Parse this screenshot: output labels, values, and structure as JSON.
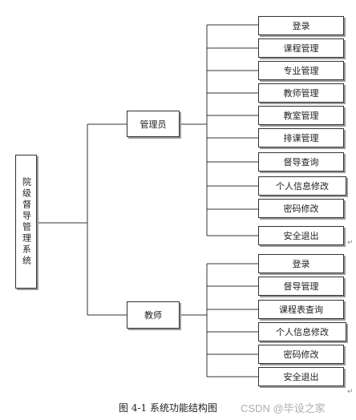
{
  "root": {
    "label": "院级督导管理系统"
  },
  "admin": {
    "label": "管理员",
    "items": [
      "登录",
      "课程管理",
      "专业管理",
      "教师管理",
      "教室管理",
      "排课管理",
      "督导查询",
      "个人信息修改",
      "密码修改",
      "安全退出"
    ]
  },
  "teacher": {
    "label": "教师",
    "items": [
      "登录",
      "督导管理",
      "课程表查询",
      "个人信息修改",
      "密码修改",
      "安全退出"
    ]
  },
  "caption": "图 4-1 系统功能结构图",
  "return_mark": "↵",
  "watermark": "CSDN @毕设之家"
}
